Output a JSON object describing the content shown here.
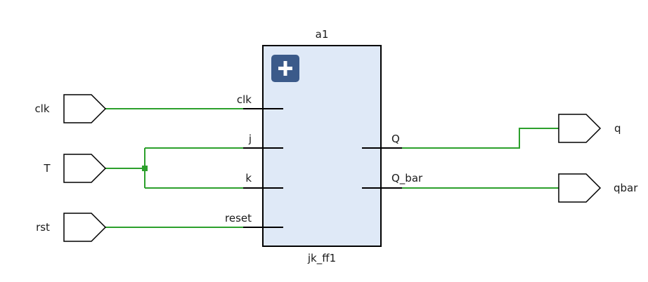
{
  "block": {
    "instance_name": "a1",
    "module_name": "jk_ff1",
    "expand_icon": "plus-icon",
    "fill_color": "#dfe9f7",
    "icon_color": "#3b5a8a",
    "input_pins": [
      "clk",
      "j",
      "k",
      "reset"
    ],
    "output_pins": [
      "Q",
      "Q_bar"
    ]
  },
  "ports": {
    "inputs": [
      "clk",
      "T",
      "rst"
    ],
    "outputs": [
      "q",
      "qbar"
    ]
  },
  "wire_color": "#2ca02c"
}
